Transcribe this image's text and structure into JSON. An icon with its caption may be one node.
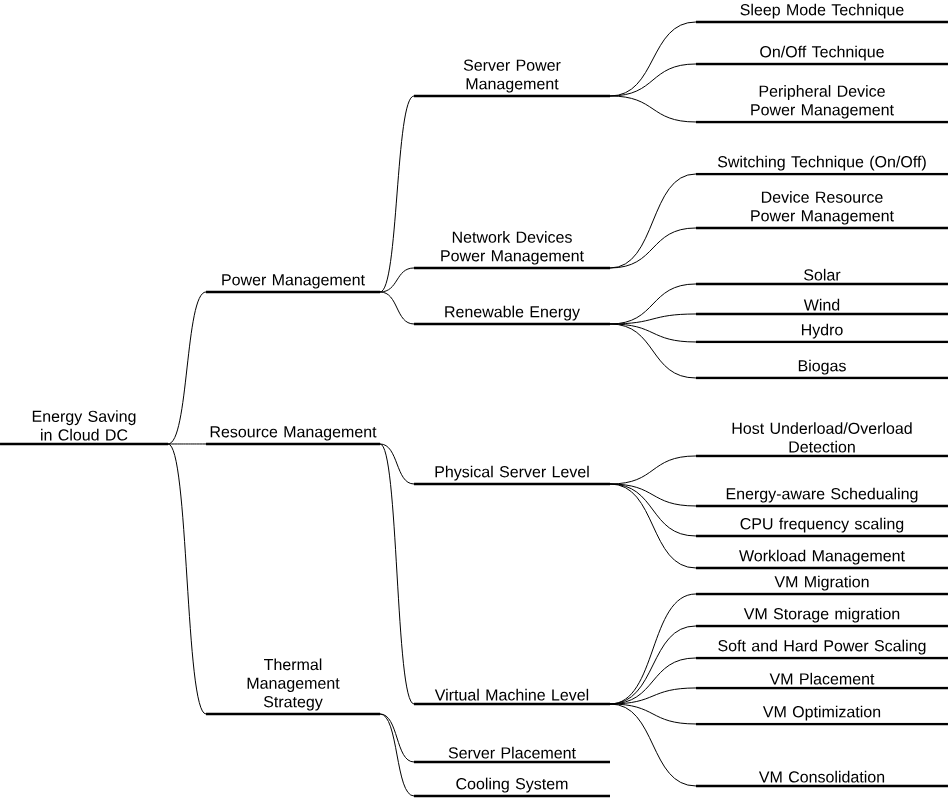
{
  "diagram": {
    "nodes": [
      {
        "text": [
          "Energy Saving in Cloud DC"
        ]
      },
      {
        "text": [
          "Power Management"
        ]
      },
      {
        "text": [
          "Resource Management"
        ]
      },
      {
        "text": [
          "Thermal Management Strategy"
        ]
      },
      {
        "text": [
          "Server Power Management"
        ]
      },
      {
        "text": [
          "Network Devices Power Management"
        ]
      },
      {
        "text": [
          "Renewable Energy"
        ]
      },
      {
        "text": [
          "Physical Server Level"
        ]
      },
      {
        "text": [
          "Virtual Machine Level"
        ]
      },
      {
        "text": [
          "Server Placement"
        ]
      },
      {
        "text": [
          "Cooling System"
        ]
      },
      {
        "text": [
          "Sleep Mode Technique"
        ]
      },
      {
        "text": [
          "On/Off Technique"
        ]
      },
      {
        "text": [
          "Peripheral Device Power Management"
        ]
      },
      {
        "text": [
          "Switching Technique (On/Off)"
        ]
      },
      {
        "text": [
          "Device Resource Power Management"
        ]
      },
      {
        "text": [
          "Solar"
        ]
      },
      {
        "text": [
          "Wind"
        ]
      },
      {
        "text": [
          "Hydro"
        ]
      },
      {
        "text": [
          "Biogas"
        ]
      },
      {
        "text": [
          "Host Underload/Overload Detection"
        ]
      },
      {
        "text": [
          "Energy-aware Schedualing"
        ]
      },
      {
        "text": [
          "CPU frequency scaling"
        ]
      },
      {
        "text": [
          "Workload Management"
        ]
      },
      {
        "text": [
          "VM Migration"
        ]
      },
      {
        "text": [
          "VM Storage migration"
        ]
      },
      {
        "text": [
          "Soft and Hard Power Scaling"
        ]
      },
      {
        "text": [
          "VM Placement"
        ]
      },
      {
        "text": [
          "VM Optimization"
        ]
      },
      {
        "text": [
          "VM Consolidation"
        ]
      }
    ],
    "edges": [
      {
        "from": 0,
        "to": 1,
        "arrow": "none"
      },
      {
        "from": 0,
        "to": 2,
        "arrow": "none"
      },
      {
        "from": 0,
        "to": 3,
        "arrow": "none"
      },
      {
        "from": 1,
        "to": 4,
        "arrow": "none"
      },
      {
        "from": 1,
        "to": 5,
        "arrow": "none"
      },
      {
        "from": 1,
        "to": 6,
        "arrow": "none"
      },
      {
        "from": 2,
        "to": 7,
        "arrow": "none"
      },
      {
        "from": 2,
        "to": 8,
        "arrow": "none"
      },
      {
        "from": 3,
        "to": 9,
        "arrow": "none"
      },
      {
        "from": 3,
        "to": 10,
        "arrow": "none"
      },
      {
        "from": 4,
        "to": 11,
        "arrow": "none"
      },
      {
        "from": 4,
        "to": 12,
        "arrow": "none"
      },
      {
        "from": 4,
        "to": 13,
        "arrow": "none"
      },
      {
        "from": 5,
        "to": 14,
        "arrow": "none"
      },
      {
        "from": 5,
        "to": 15,
        "arrow": "none"
      },
      {
        "from": 6,
        "to": 16,
        "arrow": "none"
      },
      {
        "from": 6,
        "to": 17,
        "arrow": "none"
      },
      {
        "from": 6,
        "to": 18,
        "arrow": "none"
      },
      {
        "from": 6,
        "to": 19,
        "arrow": "none"
      },
      {
        "from": 7,
        "to": 20,
        "arrow": "none"
      },
      {
        "from": 7,
        "to": 21,
        "arrow": "none"
      },
      {
        "from": 7,
        "to": 22,
        "arrow": "none"
      },
      {
        "from": 7,
        "to": 23,
        "arrow": "none"
      },
      {
        "from": 8,
        "to": 24,
        "arrow": "none"
      },
      {
        "from": 8,
        "to": 25,
        "arrow": "none"
      },
      {
        "from": 8,
        "to": 26,
        "arrow": "none"
      },
      {
        "from": 8,
        "to": 27,
        "arrow": "none"
      },
      {
        "from": 8,
        "to": 28,
        "arrow": "none"
      },
      {
        "from": 8,
        "to": 29,
        "arrow": "none"
      }
    ]
  }
}
